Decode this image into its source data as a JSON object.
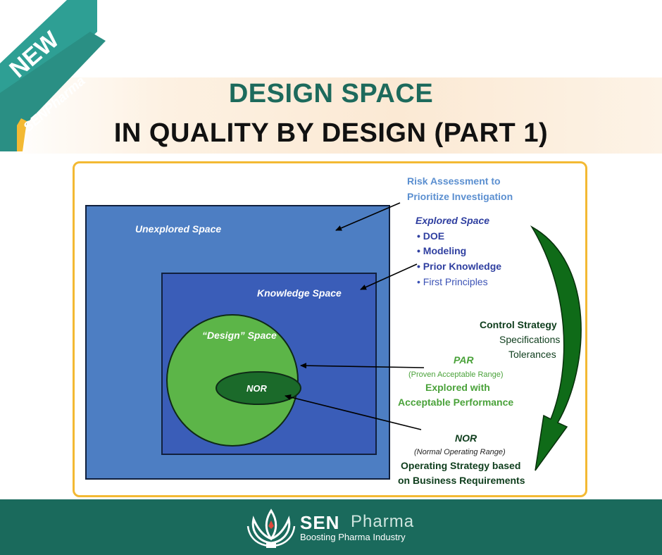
{
  "ribbon": {
    "new_label": "NEW",
    "brand_label": "SENPharma"
  },
  "header": {
    "title_line1": "DESIGN SPACE",
    "title_line2": "IN QUALITY BY DESIGN (PART 1)"
  },
  "diagram": {
    "unexplored_label": "Unexplored Space",
    "knowledge_label": "Knowledge Space",
    "design_label": "“Design” Space",
    "nor_label": "NOR",
    "risk_line1": "Risk Assessment to",
    "risk_line2": "Prioritize Investigation",
    "explored_title": "Explored Space",
    "explored_items": [
      "• DOE",
      "• Modeling",
      "• Prior Knowledge",
      "• First Principles"
    ],
    "control_title": "Control Strategy",
    "control_items": [
      "Specifications",
      "Tolerances"
    ],
    "par_title": "PAR",
    "par_sub": "(Proven Acceptable Range)",
    "par_line1": "Explored with",
    "par_line2": "Acceptable Performance",
    "nor_title": "NOR",
    "nor_sub": "(Normal Operating Range)",
    "nor_line1": "Operating Strategy based",
    "nor_line2": "on Business Requirements"
  },
  "footer": {
    "brand_sen": "SEN",
    "brand_pharma": "Pharma",
    "tagline": "Boosting Pharma Industry"
  },
  "colors": {
    "teal": "#1a6a5c",
    "outer_box": "#4d7ec3",
    "inner_box": "#3a5db8",
    "circle": "#5cb548",
    "nor_ellipse": "#1b6a2a",
    "arrow_green": "#0f6b18",
    "card_border": "#f3b933"
  }
}
